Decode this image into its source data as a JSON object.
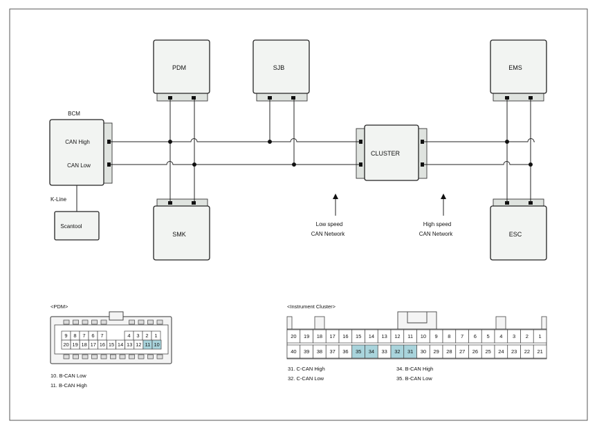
{
  "modules": {
    "pdm": "PDM",
    "sjb": "SJB",
    "ems": "EMS",
    "bcm_title": "BCM",
    "bcm_can_high": "CAN High",
    "bcm_can_low": "CAN Low",
    "cluster": "CLUSTER",
    "smk": "SMK",
    "esc": "ESC",
    "kline": "K-Line",
    "scantool": "Scantool"
  },
  "networks": {
    "low_speed_line1": "Low speed",
    "low_speed_line2": "CAN Network",
    "high_speed_line1": "High speed",
    "high_speed_line2": "CAN Network"
  },
  "pdm_connector": {
    "title": "<PDM>",
    "top_row": [
      "9",
      "8",
      "7",
      "6",
      "7",
      "4",
      "3",
      "2",
      "1"
    ],
    "bottom_row": [
      "20",
      "19",
      "18",
      "17",
      "16",
      "15",
      "14",
      "13",
      "12",
      "11",
      "10"
    ],
    "highlighted": [
      "11",
      "10"
    ],
    "notes": [
      "10. B-CAN Low",
      "11. B-CAN High"
    ]
  },
  "cluster_connector": {
    "title": "<Instrument Cluster>",
    "top_row": [
      "20",
      "19",
      "18",
      "17",
      "16",
      "15",
      "14",
      "13",
      "12",
      "11",
      "10",
      "9",
      "8",
      "7",
      "6",
      "5",
      "4",
      "3",
      "2",
      "1"
    ],
    "bottom_row": [
      "40",
      "39",
      "38",
      "37",
      "36",
      "35",
      "34",
      "33",
      "32",
      "31",
      "30",
      "29",
      "28",
      "27",
      "26",
      "25",
      "24",
      "23",
      "22",
      "21"
    ],
    "highlighted": [
      "35",
      "34",
      "32",
      "31"
    ],
    "notes_left": [
      "31. C-CAN High",
      "32. C-CAN Low"
    ],
    "notes_right": [
      "34. B-CAN High",
      "35. B-CAN Low"
    ]
  }
}
